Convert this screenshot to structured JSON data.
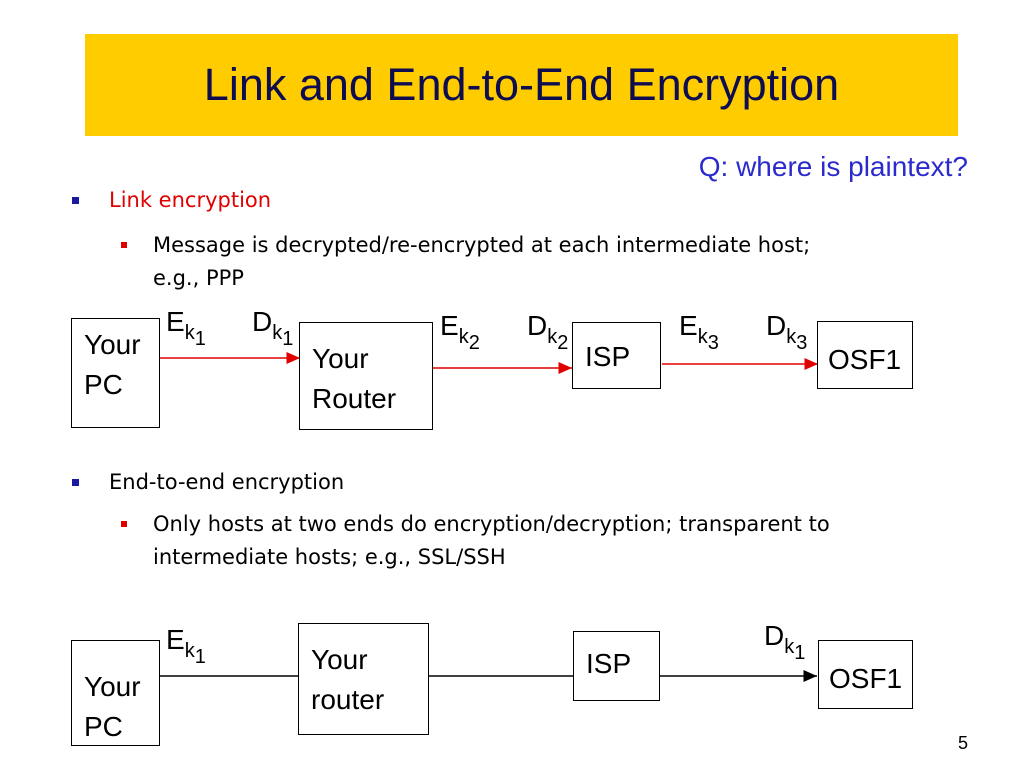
{
  "slide": {
    "title": "Link and End-to-End Encryption",
    "question": "Q: where is plaintext?",
    "page_number": "5"
  },
  "bullets": {
    "link": {
      "heading": "Link encryption",
      "detail_line1": "Message is decrypted/re-encrypted at each intermediate host;",
      "detail_line2": "e.g., PPP"
    },
    "e2e": {
      "heading": "End-to-end encryption",
      "detail_line1": "Only hosts at two ends do encryption/decryption; transparent to",
      "detail_line2": "intermediate hosts; e.g., SSL/SSH"
    }
  },
  "diagram_link": {
    "nodes": {
      "pc_line1": "Your",
      "pc_line2": "PC",
      "router_line1": "Your",
      "router_line2": "Router",
      "isp": "ISP",
      "osf": "OSF1"
    },
    "labels": {
      "e1": "E",
      "e1_sub": "k",
      "e1_subsub": "1",
      "d1": "D",
      "d1_sub": "k",
      "d1_subsub": "1",
      "e2": "E",
      "e2_sub": "k",
      "e2_subsub": "2",
      "d2": "D",
      "d2_sub": "k",
      "d2_subsub": "2",
      "e3": "E",
      "e3_sub": "k",
      "e3_subsub": "3",
      "d3": "D",
      "d3_sub": "k",
      "d3_subsub": "3"
    }
  },
  "diagram_e2e": {
    "nodes": {
      "pc_line1": "Your",
      "pc_line2": "PC",
      "router_line1": "Your",
      "router_line2": "router",
      "isp": "ISP",
      "osf": "OSF1"
    },
    "labels": {
      "e1": "E",
      "e1_sub": "k",
      "e1_subsub": "1",
      "d1": "D",
      "d1_sub": "k",
      "d1_subsub": "1"
    }
  },
  "colors": {
    "title_bg": "#ffcc00",
    "arrow_link": "#e00000",
    "arrow_e2e": "#000000",
    "question": "#2b2bcc",
    "bullet_l1": "#1a1aa0",
    "bullet_l2": "#e00000"
  }
}
